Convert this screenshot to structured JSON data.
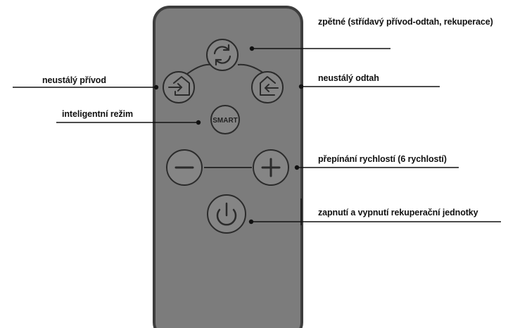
{
  "remote": {
    "buttons": {
      "recirculate": {
        "icon": "cycle-arrows-icon"
      },
      "supply": {
        "icon": "house-arrow-in-icon"
      },
      "extract": {
        "icon": "house-arrow-out-icon"
      },
      "smart": {
        "label": "SMART"
      },
      "minus": {
        "icon": "minus-icon"
      },
      "plus": {
        "icon": "plus-icon"
      },
      "power": {
        "icon": "power-icon"
      }
    }
  },
  "callouts": {
    "recuperation": "zpětné (střídavý přívod-odtah, rekuperace)",
    "supply": "neustálý přívod",
    "extract": "neustálý odtah",
    "smart": "inteligentní režim",
    "speed": "přepínání rychlostí (6 rychlostí)",
    "power": "zapnutí a vypnutí rekuperační jednotky"
  },
  "colors": {
    "remote_body": "#7c7c7c",
    "remote_edge": "#3d3d3d",
    "button_fill": "#858585",
    "button_stroke": "#2b2b2b",
    "leader_line": "#111111"
  }
}
